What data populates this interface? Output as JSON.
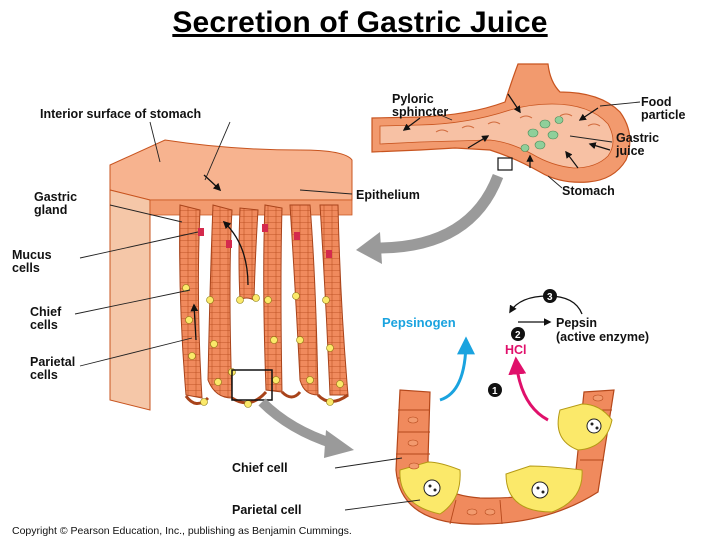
{
  "title": "Secretion of Gastric Juice",
  "labels": {
    "interior_surface": "Interior surface of stomach",
    "gastric_gland_line1": "Gastric",
    "gastric_gland_line2": "gland",
    "mucus_cells_line1": "Mucus",
    "mucus_cells_line2": "cells",
    "chief_cells_line1": "Chief",
    "chief_cells_line2": "cells",
    "parietal_cells_line1": "Parietal",
    "parietal_cells_line2": "cells",
    "epithelium": "Epithelium",
    "pyloric_line1": "Pyloric",
    "pyloric_line2": "sphincter",
    "food_line1": "Food",
    "food_line2": "particle",
    "gastric_juice_line1": "Gastric",
    "gastric_juice_line2": "juice",
    "stomach": "Stomach",
    "pepsinogen": "Pepsinogen",
    "pepsin_line1": "Pepsin",
    "pepsin_line2": "(active enzyme)",
    "hcl": "HCl",
    "step1": "1",
    "step2": "2",
    "step3": "3",
    "chief_cell": "Chief cell",
    "parietal_cell": "Parietal cell"
  },
  "copyright": "Copyright © Pearson Education, Inc., publishing as Benjamin Cummings.",
  "colors": {
    "tissue": "#f08a5d",
    "tissue_dark": "#c8541f",
    "parietal_yellow": "#fbe96a",
    "mucus_red": "#d42a4d",
    "pepsinogen_blue": "#1aa3df",
    "hcl_magenta": "#e0106b",
    "arrow_gray": "#9a9a9a",
    "food_green": "#8fcf9a"
  }
}
